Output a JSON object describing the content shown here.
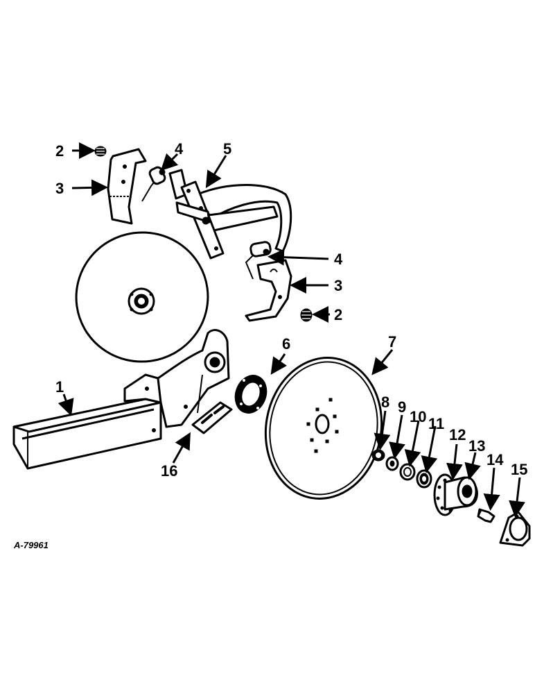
{
  "figure_code": "A-79961",
  "callouts": {
    "c1": "1",
    "c2a": "2",
    "c2b": "2",
    "c3a": "3",
    "c3b": "3",
    "c4a": "4",
    "c4b": "4",
    "c5": "5",
    "c6": "6",
    "c7": "7",
    "c8": "8",
    "c9": "9",
    "c10": "10",
    "c11": "11",
    "c12": "12",
    "c13": "13",
    "c14": "14",
    "c15": "15",
    "c16": "16"
  }
}
